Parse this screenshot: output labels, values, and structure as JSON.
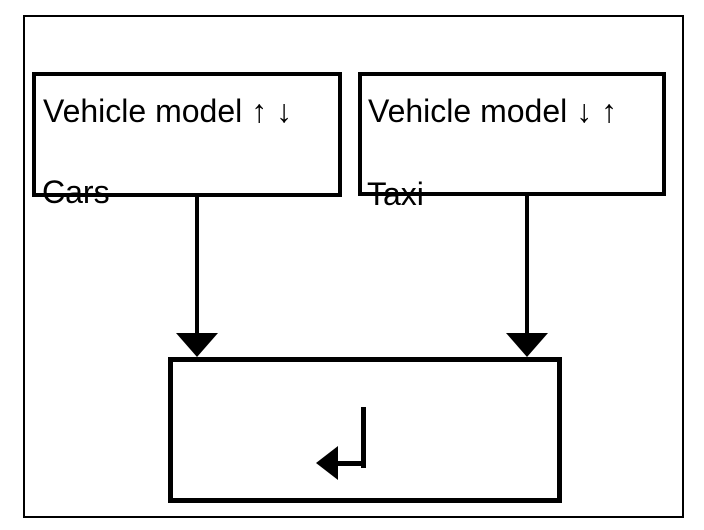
{
  "colors": {
    "background": "#ffffff",
    "line": "#000000",
    "text": "#000000"
  },
  "diagram": {
    "left_node": {
      "title": "Vehicle model ↑ ↓",
      "label": "Cars"
    },
    "right_node": {
      "title": "Vehicle model ↓ ↑",
      "label": "Taxi"
    },
    "merge_node": {
      "icon": "return-arrow"
    },
    "edges": [
      {
        "from": "Cars",
        "to": "merge",
        "style": "down-arrow"
      },
      {
        "from": "Taxi",
        "to": "merge",
        "style": "down-arrow"
      }
    ]
  }
}
